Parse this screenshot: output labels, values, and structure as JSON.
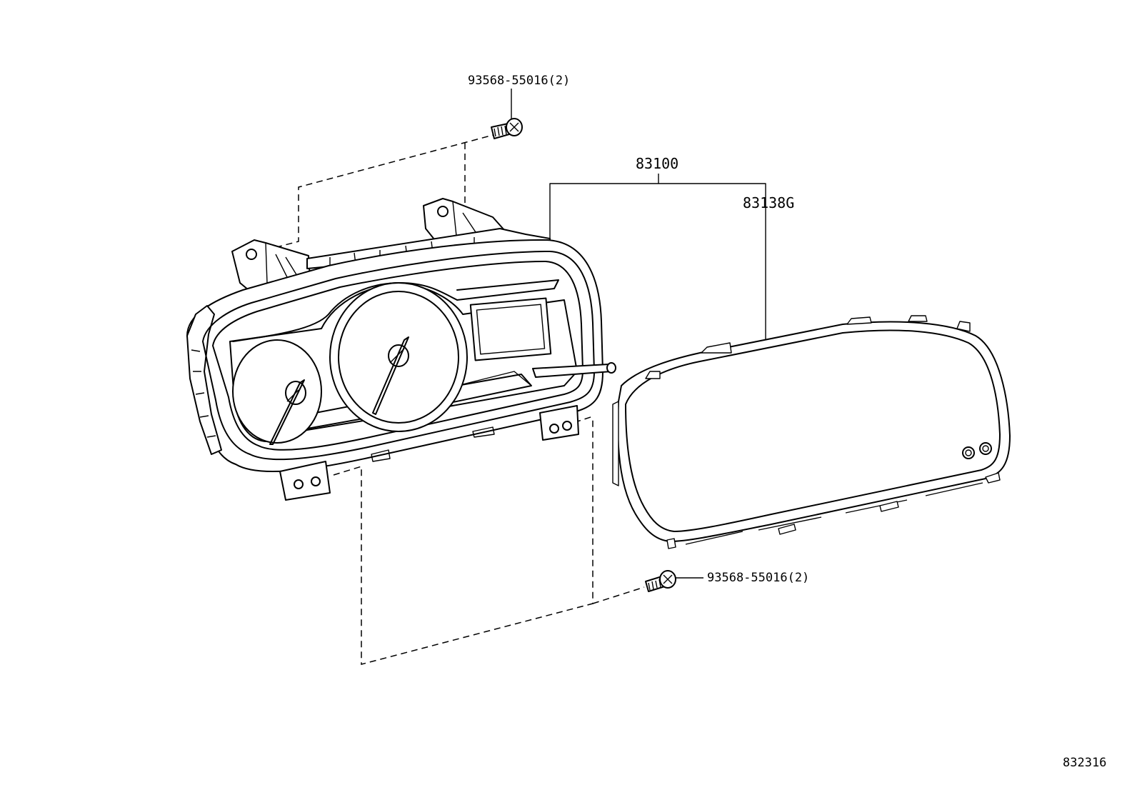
{
  "labels": {
    "screw_top": "93568-55016(2)",
    "screw_bottom": "93568-55016(2)",
    "assembly": "83100",
    "glass": "83138G",
    "figure_id": "832316"
  }
}
